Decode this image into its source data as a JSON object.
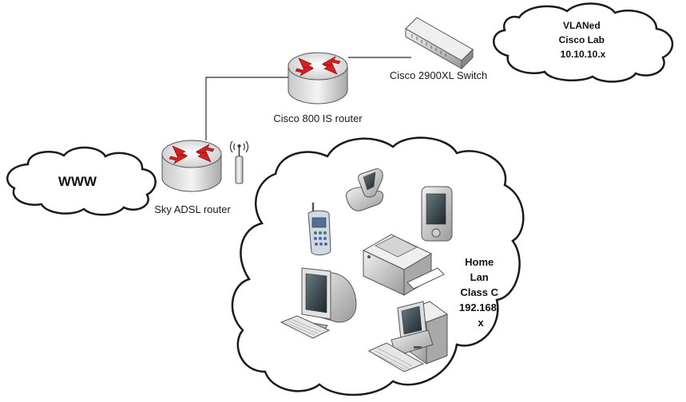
{
  "clouds": {
    "www": {
      "label": "WWW"
    },
    "vlan": {
      "lines": [
        "VLANed",
        "Cisco Lab",
        "10.10.10.x"
      ]
    },
    "home": {
      "lines": [
        "Home",
        "Lan",
        "Class C",
        "192.168.",
        "x"
      ]
    }
  },
  "devices": {
    "sky_router": {
      "label": "Sky ADSL router",
      "icon": "router-icon"
    },
    "cisco_router": {
      "label": "Cisco 800 IS router",
      "icon": "router-icon"
    },
    "cisco_switch": {
      "label": "Cisco 2900XL Switch",
      "icon": "switch-icon"
    },
    "wifi_antenna": {
      "icon": "antenna-icon"
    },
    "flip_phone": {
      "icon": "flip-phone-icon"
    },
    "mobile_phone": {
      "icon": "mobile-phone-icon"
    },
    "pda": {
      "icon": "pda-icon"
    },
    "printer": {
      "icon": "printer-icon"
    },
    "crt_monitor_pc": {
      "icon": "crt-monitor-icon"
    },
    "desktop_pc": {
      "icon": "desktop-computer-icon"
    }
  },
  "colors": {
    "line": "#2b2b2b",
    "device_body": "#d9d9d9",
    "router_arrow": "#d62020"
  }
}
